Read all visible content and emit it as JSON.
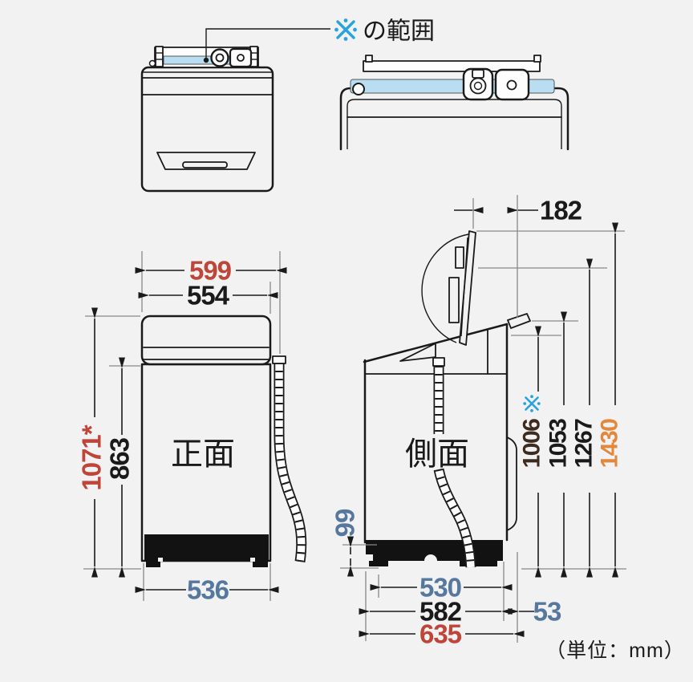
{
  "title": "washing-machine-dimension-diagram",
  "note": {
    "symbol": "※",
    "label": "の範囲"
  },
  "unit": {
    "label": "（単位：mm）"
  },
  "colors": {
    "background": "#f2f2f2",
    "line": "#1a1a1a",
    "dim_red": "#bf4538",
    "dim_blue_gray": "#56789f",
    "dim_orange": "#e2873b",
    "dim_dark_brown": "#3d2b20",
    "ref_mark_cyan": "#28a3dc",
    "highlight_blue": "#b9ddf1"
  },
  "front_view": {
    "label": "正面",
    "dim_width_with_hose": "599",
    "dim_width_body": "554",
    "dim_height_total": "1071*",
    "dim_height_body": "863",
    "dim_width_base": "536"
  },
  "side_view": {
    "label": "側面",
    "dim_lid_projection": "182",
    "dim_height_1006": "1006",
    "dim_height_1006_mark": "※",
    "dim_height_1053": "1053",
    "dim_height_1267": "1267",
    "dim_height_1430": "1430",
    "dim_base_height": "99",
    "dim_depth_530": "530",
    "dim_depth_582": "582",
    "dim_depth_635": "635",
    "dim_hose_offset": "53"
  }
}
